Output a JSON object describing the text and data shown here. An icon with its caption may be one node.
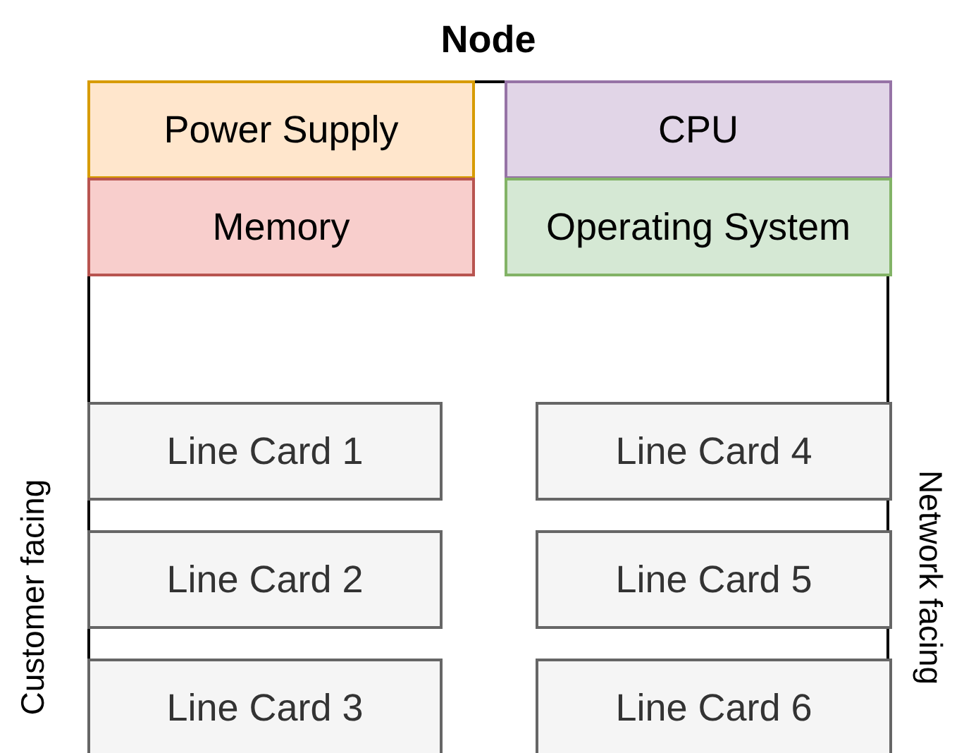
{
  "diagram": {
    "nodes": [
      {
        "text": [
          "Node"
        ]
      },
      {
        "text": [
          "Power Supply"
        ],
        "in": 0
      },
      {
        "text": [
          "CPU"
        ],
        "in": 0
      },
      {
        "text": [
          "Memory"
        ],
        "in": 0
      },
      {
        "text": [
          "Operating System"
        ],
        "in": 0
      },
      {
        "text": [
          "Line Card 1"
        ],
        "in": 0
      },
      {
        "text": [
          "Line Card 2"
        ],
        "in": 0
      },
      {
        "text": [
          "Line Card 3"
        ],
        "in": 0
      },
      {
        "text": [
          "Line Card 4"
        ],
        "in": 0
      },
      {
        "text": [
          "Line Card 5"
        ],
        "in": 0
      },
      {
        "text": [
          "Line Card 6"
        ],
        "in": 0
      }
    ],
    "labels": [
      "Customer facing",
      "Network facing"
    ]
  }
}
